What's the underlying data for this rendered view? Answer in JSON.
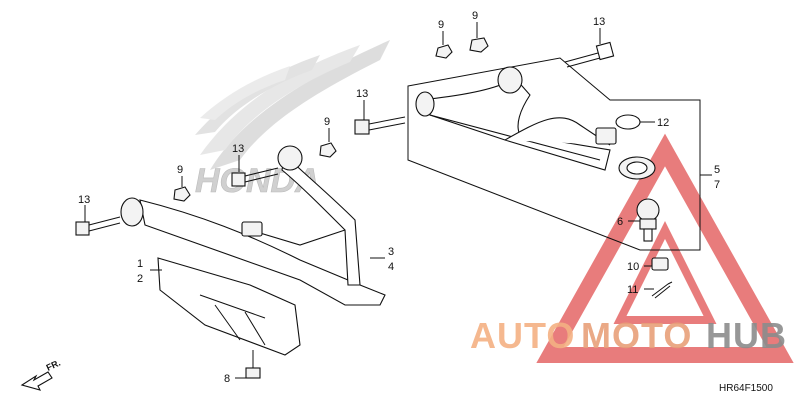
{
  "diagram": {
    "callouts": [
      "13",
      "9",
      "9",
      "13",
      "12",
      "13",
      "9",
      "13",
      "9",
      "5",
      "7",
      "6",
      "3",
      "4",
      "1",
      "2",
      "10",
      "11",
      "8"
    ],
    "direction_label": "FR.",
    "diagram_code": "HR64F1500"
  },
  "background_logo": {
    "text": "HONDA"
  },
  "watermark": {
    "text_auto": "AUTO",
    "text_moto": "MOTO",
    "text_hub": "HUB",
    "colors": {
      "auto": "#f4b183",
      "moto": "#e8a07a",
      "hub": "#8c8c8c",
      "triangle": "#e05050"
    }
  }
}
